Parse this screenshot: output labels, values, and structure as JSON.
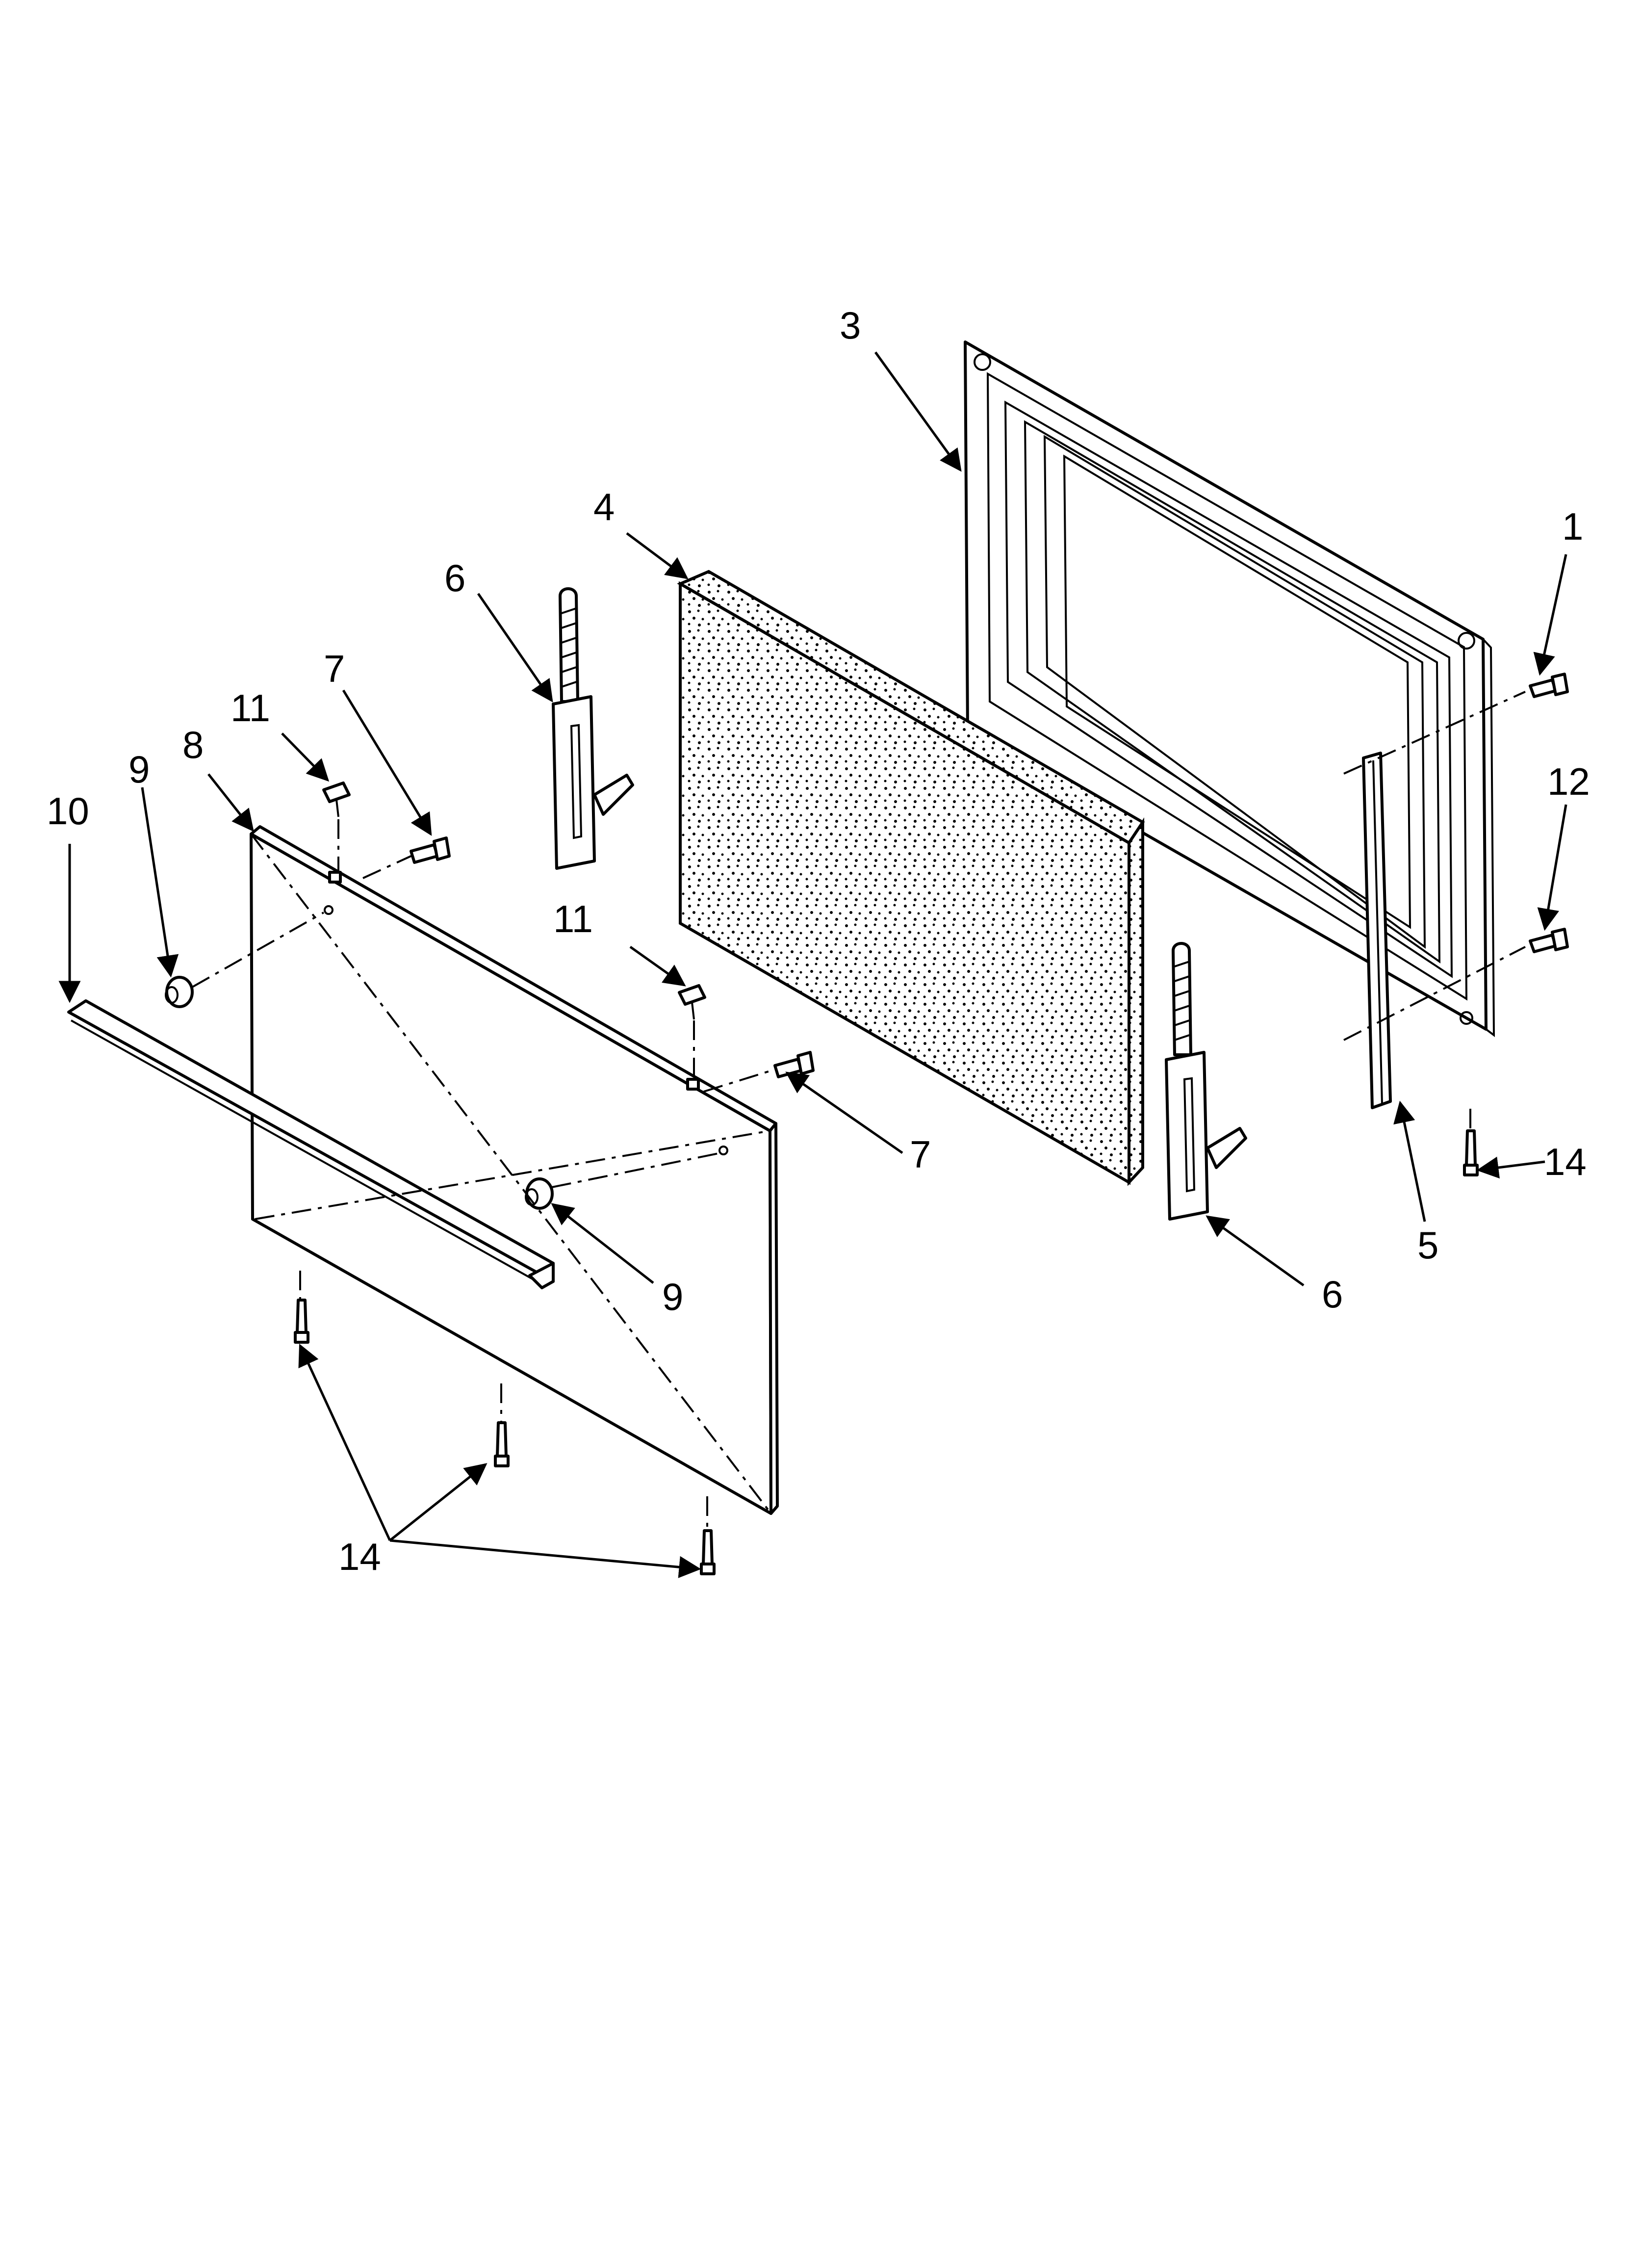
{
  "callouts": {
    "c1": "1",
    "c3": "3",
    "c4": "4",
    "c5": "5",
    "c6a": "6",
    "c6b": "6",
    "c7a": "7",
    "c7b": "7",
    "c8": "8",
    "c9a": "9",
    "c9b": "9",
    "c10": "10",
    "c11a": "11",
    "c11b": "11",
    "c12": "12",
    "c14a": "14",
    "c14b": "14"
  },
  "colors": {
    "line": "#000000",
    "background": "#ffffff"
  }
}
